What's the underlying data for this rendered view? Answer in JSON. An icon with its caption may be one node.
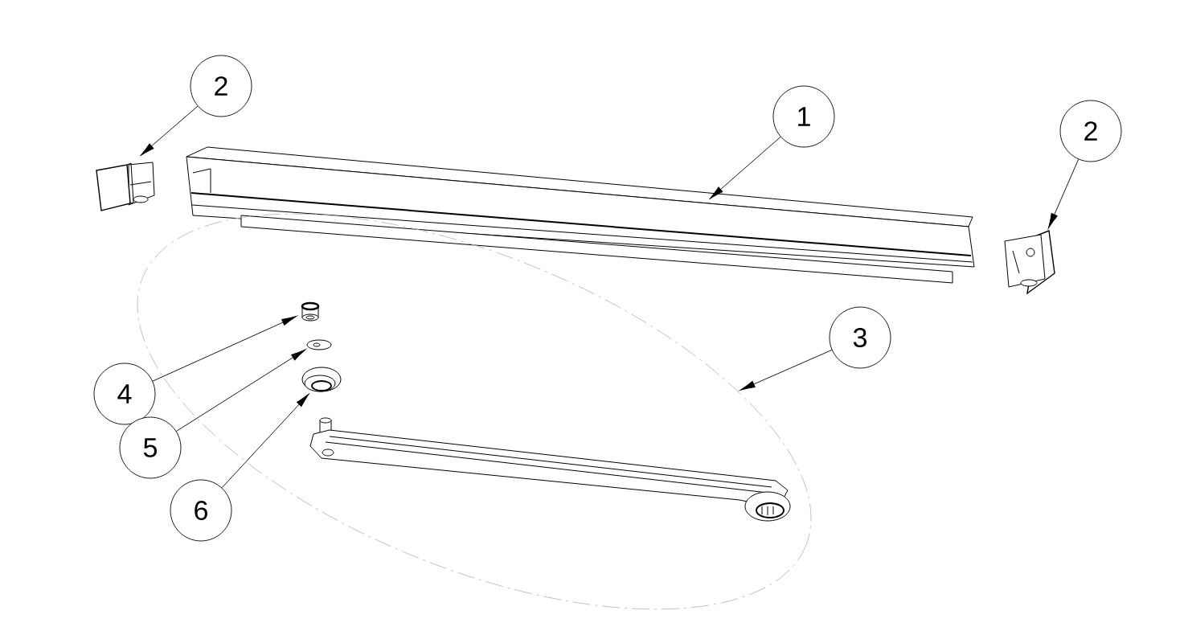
{
  "diagram": {
    "nodes": [
      {
        "text": [
          "2"
        ]
      },
      {
        "text": [
          "1"
        ]
      },
      {
        "text": [
          "2"
        ]
      },
      {
        "text": [
          "3"
        ]
      },
      {
        "text": [
          "4"
        ]
      },
      {
        "text": [
          "5"
        ]
      },
      {
        "text": [
          "6"
        ]
      },
      {
        "text": [],
        "shape": "picture"
      },
      {
        "text": [],
        "shape": "picture"
      },
      {
        "text": [],
        "shape": "picture"
      },
      {
        "text": [],
        "shape": "ellipse"
      },
      {
        "text": [],
        "shape": "cylinder",
        "in": 10
      },
      {
        "text": [],
        "shape": "picture",
        "in": 10
      },
      {
        "text": [],
        "shape": "picture",
        "in": 10
      }
    ],
    "edges": [
      {
        "from": 0,
        "to": 7,
        "arrow": "to"
      },
      {
        "from": 1,
        "to": 8,
        "arrow": "to"
      },
      {
        "from": 2,
        "to": 9,
        "arrow": "to"
      },
      {
        "from": 3,
        "to": 10,
        "arrow": "to"
      },
      {
        "from": 4,
        "to": 11,
        "arrow": "to"
      },
      {
        "from": 5,
        "to": 12,
        "arrow": "to"
      },
      {
        "from": 6,
        "to": 13,
        "arrow": "to"
      }
    ]
  }
}
